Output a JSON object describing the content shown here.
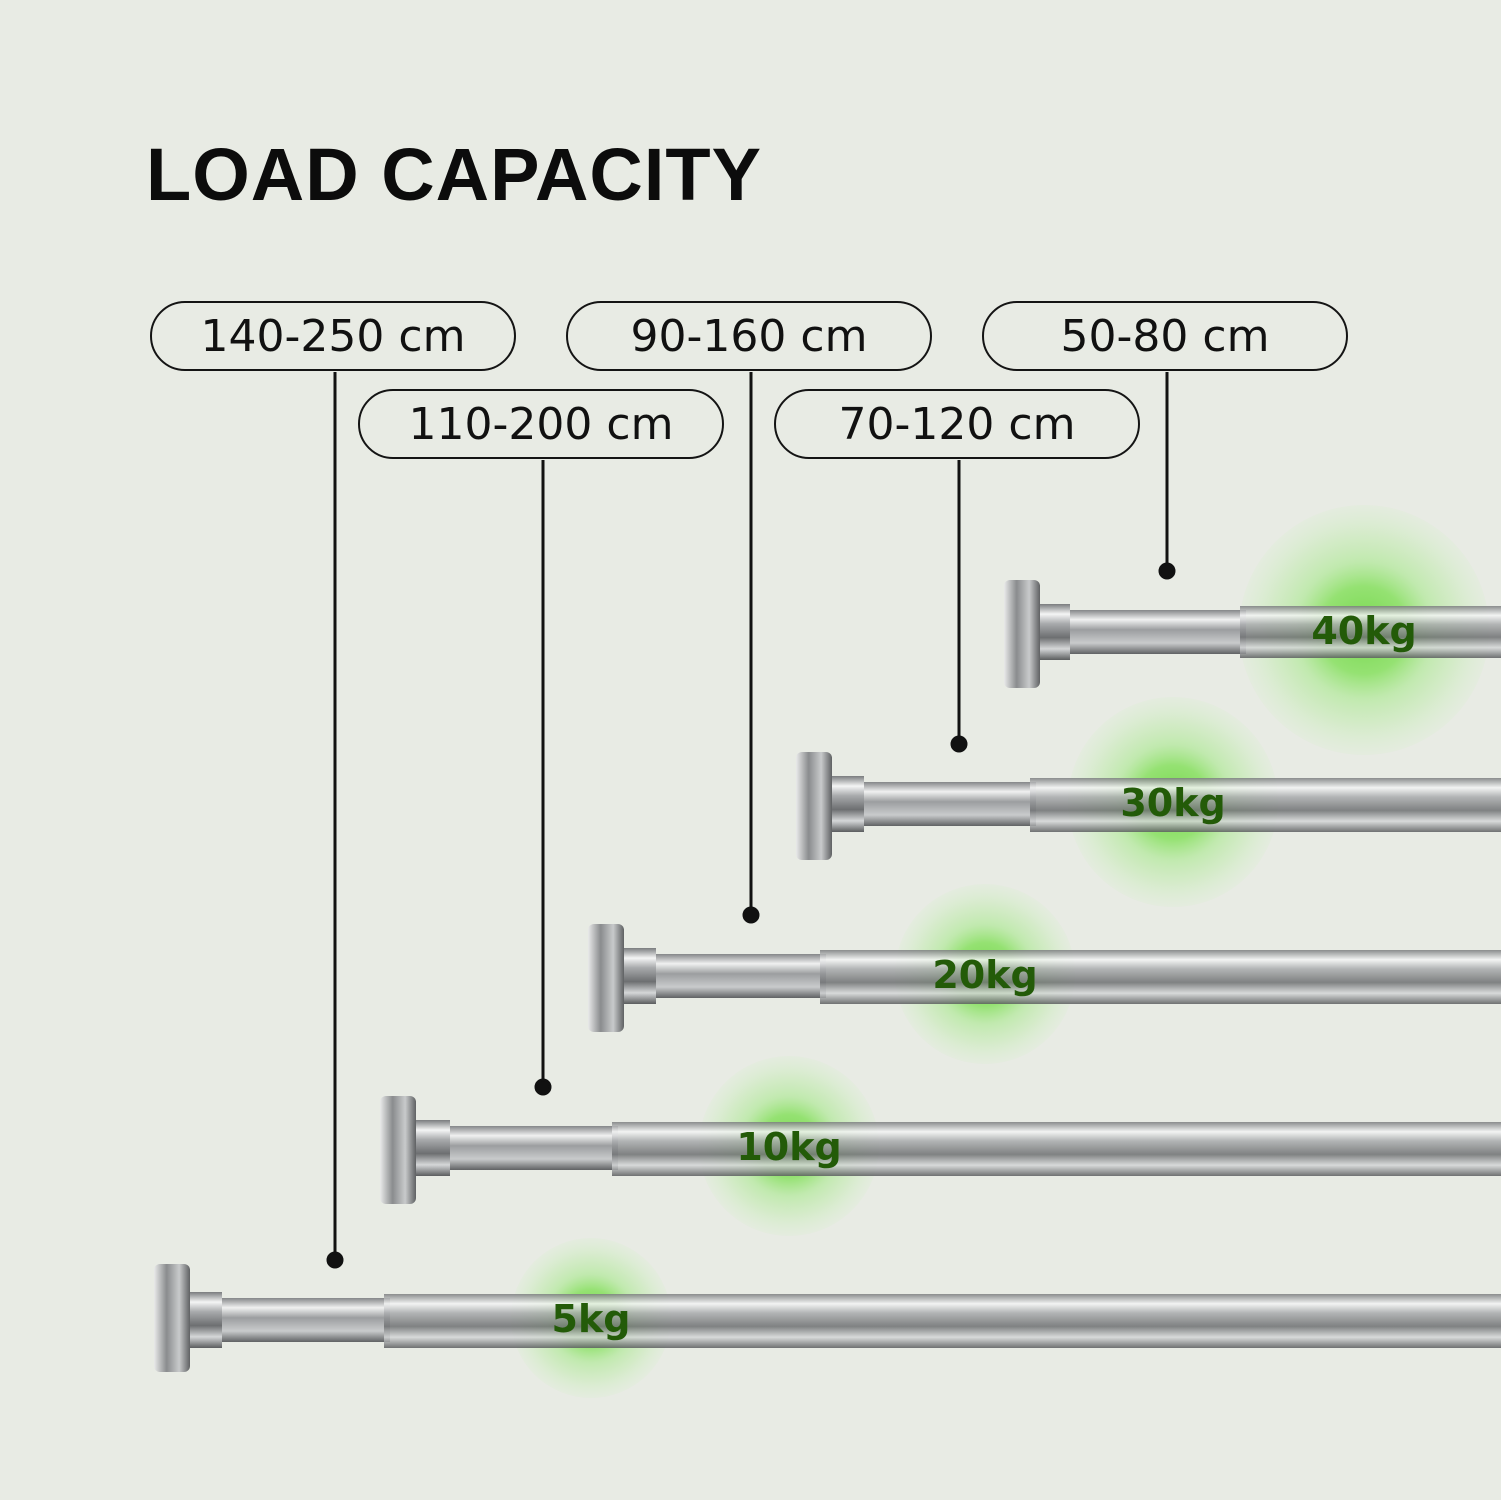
{
  "title": "LOAD CAPACITY",
  "rods": [
    {
      "length_range": "140-250 cm",
      "load": "5kg"
    },
    {
      "length_range": "110-200 cm",
      "load": "10kg"
    },
    {
      "length_range": "90-160 cm",
      "load": "20kg"
    },
    {
      "length_range": "70-120 cm",
      "load": "30kg"
    },
    {
      "length_range": "50-80 cm",
      "load": "40kg"
    }
  ],
  "colors": {
    "background": "#e8ebe4",
    "text": "#111111",
    "glow": "#7ed957",
    "load_text": "#235b08",
    "rod": "#8d8f91"
  }
}
